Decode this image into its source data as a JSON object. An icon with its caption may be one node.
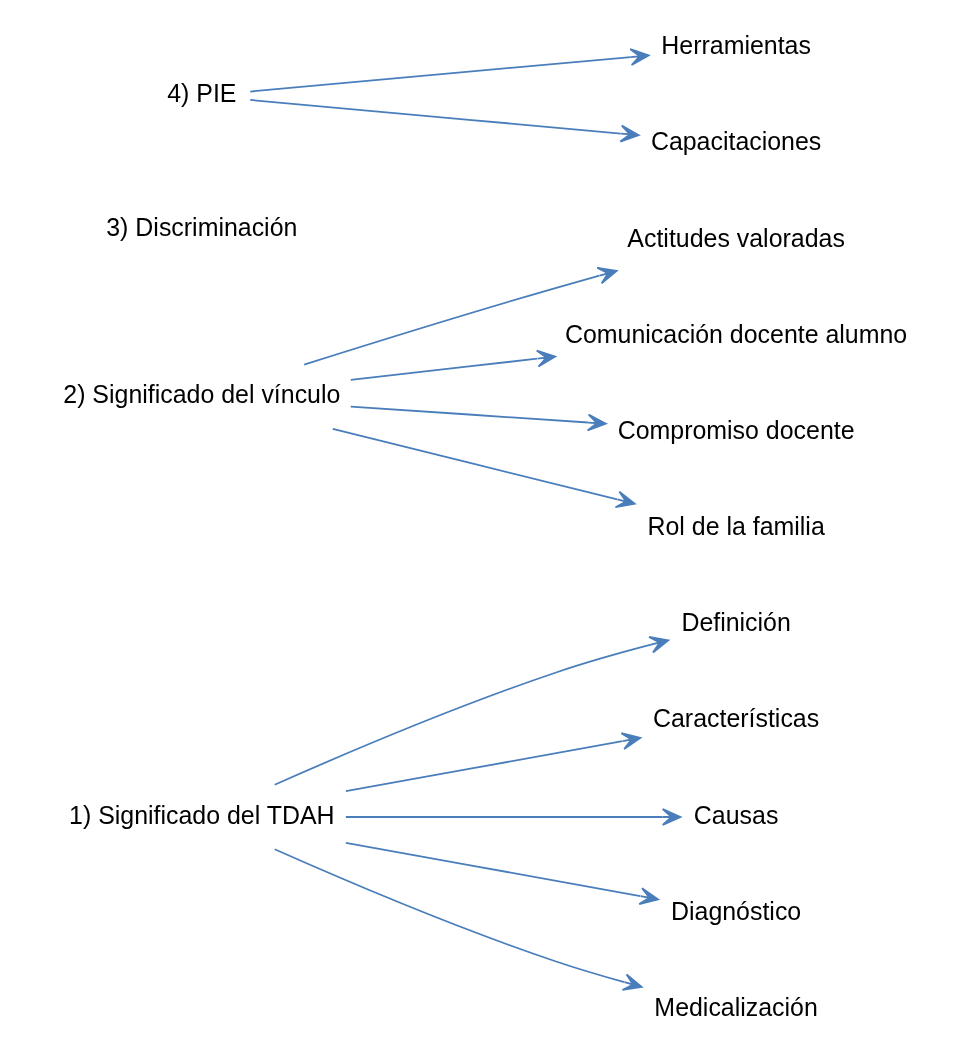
{
  "diagram": {
    "nodes": [
      {
        "text": [
          "1) Significado del TDAH"
        ]
      },
      {
        "text": [
          "Definición"
        ]
      },
      {
        "text": [
          "Características"
        ]
      },
      {
        "text": [
          "Causas"
        ]
      },
      {
        "text": [
          "Diagnóstico"
        ]
      },
      {
        "text": [
          "Medicalización"
        ]
      },
      {
        "text": [
          "2) Significado del vínculo"
        ]
      },
      {
        "text": [
          "Actitudes valoradas"
        ]
      },
      {
        "text": [
          "Comunicación docente alumno"
        ]
      },
      {
        "text": [
          "Compromiso docente"
        ]
      },
      {
        "text": [
          "Rol de la familia"
        ]
      },
      {
        "text": [
          "4) PIE"
        ]
      },
      {
        "text": [
          "Herramientas"
        ]
      },
      {
        "text": [
          "Capacitaciones"
        ]
      }
    ],
    "edges": [
      {
        "from": 0,
        "to": 1,
        "arrow": "to"
      },
      {
        "from": 0,
        "to": 2,
        "arrow": "to"
      },
      {
        "from": 0,
        "to": 3,
        "arrow": "to"
      },
      {
        "from": 0,
        "to": 4,
        "arrow": "to"
      },
      {
        "from": 0,
        "to": 5,
        "arrow": "to"
      },
      {
        "from": 6,
        "to": 7,
        "arrow": "to"
      },
      {
        "from": 6,
        "to": 8,
        "arrow": "to"
      },
      {
        "from": 6,
        "to": 9,
        "arrow": "to"
      },
      {
        "from": 6,
        "to": 10,
        "arrow": "to"
      },
      {
        "from": 11,
        "to": 12,
        "arrow": "to"
      },
      {
        "from": 11,
        "to": 13,
        "arrow": "to"
      }
    ],
    "labels": [
      "3) Discriminación"
    ]
  }
}
